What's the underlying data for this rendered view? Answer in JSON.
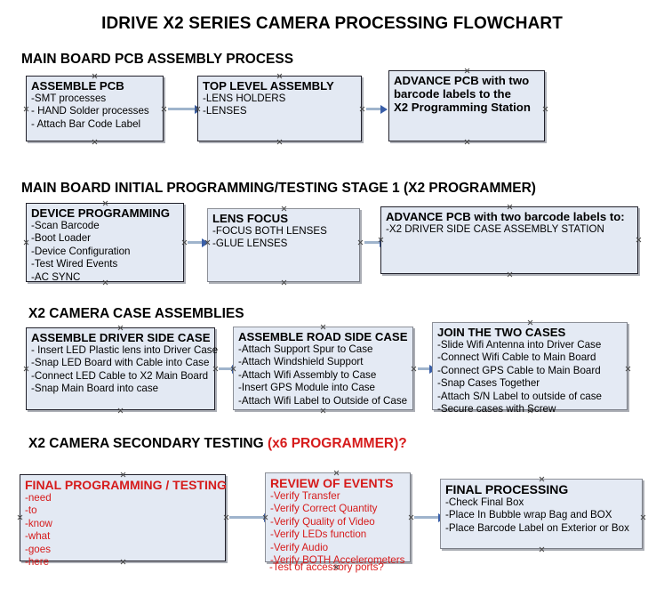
{
  "document": {
    "title": "IDRIVE X2  SERIES CAMERA PROCESSING FLOWCHART"
  },
  "sections": [
    {
      "heading": "MAIN BOARD PCB ASSEMBLY PROCESS",
      "heading_red": "",
      "boxes": [
        {
          "header": "ASSEMBLE PCB",
          "lines": [
            "-SMT processes",
            "- HAND Solder processes",
            "- Attach Bar Code Label"
          ],
          "style": "blue"
        },
        {
          "header": "TOP LEVEL ASSEMBLY",
          "lines": [
            "-LENS HOLDERS",
            "-LENSES"
          ],
          "style": "blue"
        },
        {
          "header": "ADVANCE PCB with two",
          "lines": [
            "barcode labels to the",
            " X2 Programming Station"
          ],
          "style": "blue"
        }
      ]
    },
    {
      "heading": "MAIN BOARD INITIAL PROGRAMMING/TESTING STAGE 1 (X2 PROGRAMMER)",
      "heading_red": "",
      "boxes": [
        {
          "header": "DEVICE PROGRAMMING",
          "lines": [
            "-Scan Barcode",
            "-Boot Loader",
            "-Device Configuration",
            "-Test Wired Events",
            "-AC SYNC"
          ],
          "style": "blue"
        },
        {
          "header": "LENS FOCUS",
          "lines": [
            "-FOCUS BOTH LENSES",
            "-GLUE LENSES"
          ],
          "style": "gray"
        },
        {
          "header": "ADVANCE PCB with two barcode labels to:",
          "lines": [
            "-X2 DRIVER  SIDE  CASE  ASSEMBLY STATION"
          ],
          "style": "blue"
        }
      ]
    },
    {
      "heading": "X2 CAMERA CASE ASSEMBLIES",
      "heading_red": "",
      "boxes": [
        {
          "header": "ASSEMBLE DRIVER SIDE CASE",
          "lines": [
            "- Insert LED Plastic lens into Driver Case",
            "-Snap LED Board with Cable into Case",
            "-Connect LED Cable to X2 Main Board",
            "-Snap Main Board into case"
          ],
          "style": "blue"
        },
        {
          "header": "ASSEMBLE ROAD SIDE CASE",
          "lines": [
            "-Attach Support Spur to Case",
            "-Attach Windshield Support",
            "-Attach Wifi Assembly to Case",
            "-Insert GPS Module into Case",
            "-Attach Wifi Label to Outside of Case"
          ],
          "style": "gray"
        },
        {
          "header": "JOIN THE TWO CASES",
          "lines": [
            "-Slide Wifi Antenna into Driver Case",
            "-Connect Wifi Cable to Main Board",
            "-Connect GPS Cable to Main Board",
            "-Snap Cases Together",
            "-Attach S/N Label to outside of case",
            "-Secure cases with Screw"
          ],
          "style": "gray"
        }
      ]
    },
    {
      "heading": "X2 CAMERA SECONDARY TESTING ",
      "heading_red": "(x6 PROGRAMMER)?",
      "boxes": [
        {
          "header": "FINAL PROGRAMMING / TESTING",
          "lines": [
            "-need",
            "-to",
            "-know",
            "-what",
            "-goes",
            "-here"
          ],
          "style": "red"
        },
        {
          "header": "REVIEW OF EVENTS",
          "lines": [
            "-Verify Transfer",
            "-Verify Correct Quantity",
            "-Verify Quality of Video",
            "-Verify LEDs function",
            "-Verify Audio",
            "-Verify BOTH Accelerometers"
          ],
          "overflow_line": "-Test of accessory ports?",
          "style": "red"
        },
        {
          "header": "FINAL PROCESSING",
          "lines": [
            " -Check Final Box",
            "-Place In Bubble wrap Bag and BOX",
            "-Place Barcode Label on Exterior or Box"
          ],
          "style": "blue"
        }
      ]
    }
  ],
  "colors": {
    "box_fill": "#e3e9f3",
    "box_border": "#20202a",
    "box_border_gray": "#7a7e87",
    "red_text": "#d61b1b",
    "connector_line": "#9fb4cc",
    "connector_head": "#3a5fa8",
    "text": "#000000"
  }
}
